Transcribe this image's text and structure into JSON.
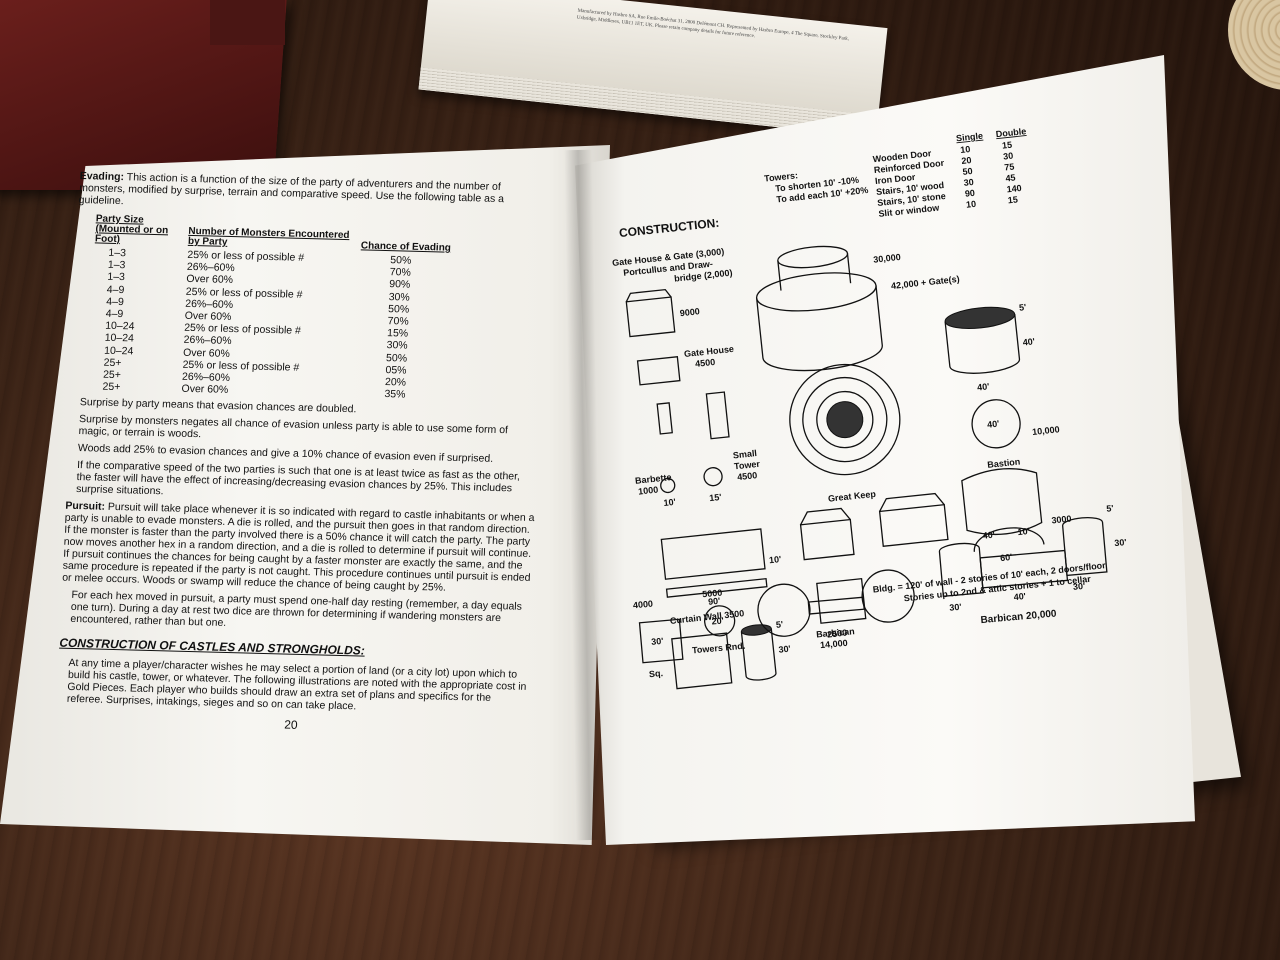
{
  "stack_imprint": "Manufactured by Hasbro SA, Rue Emile-Boéchat 31, 2800 Delémont CH. Represented by Hasbro Europe, 4 The Square, Stockley Park, Uxbridge, Middlesex, UB11 1ET, UK. Please retain company details for future reference.",
  "left_page": {
    "evading": {
      "lead": "Evading:",
      "text": "This action is a function of the size of the party of adventurers and the number of monsters, modified by surprise, terrain and comparative speed. Use the following table as a guideline."
    },
    "table": {
      "headers": [
        "Party Size (Mounted or on Foot)",
        "Number of Monsters Encountered by Party",
        "Chance of Evading"
      ],
      "rows": [
        [
          "1–3",
          "25% or less of possible #",
          "50%"
        ],
        [
          "1–3",
          "26%–60%",
          "70%"
        ],
        [
          "1–3",
          "Over 60%",
          "90%"
        ],
        [
          "4–9",
          "25% or less of possible #",
          "30%"
        ],
        [
          "4–9",
          "26%–60%",
          "50%"
        ],
        [
          "4–9",
          "Over 60%",
          "70%"
        ],
        [
          "10–24",
          "25% or less of possible #",
          "15%"
        ],
        [
          "10–24",
          "26%–60%",
          "30%"
        ],
        [
          "10–24",
          "Over 60%",
          "50%"
        ],
        [
          "25+",
          "25% or less of possible #",
          "05%"
        ],
        [
          "25+",
          "26%–60%",
          "20%"
        ],
        [
          "25+",
          "Over 60%",
          "35%"
        ]
      ]
    },
    "notes": [
      "Surprise by party means that evasion chances are doubled.",
      "Surprise by monsters negates all chance of evasion unless party is able to use some form of magic, or terrain is woods.",
      "Woods add 25% to evasion chances and give a 10% chance of evasion even if surprised.",
      "If the comparative speed of the two parties is such that one is at least twice as fast as the other, the faster will have the effect of increasing/decreasing evasion chances by 25%. This includes surprise situations."
    ],
    "pursuit": {
      "lead": "Pursuit:",
      "text": "Pursuit will take place whenever it is so indicated with regard to castle inhabitants or when a party is unable to evade monsters. A die is rolled, and the pursuit then goes in that random direction. If the monster is faster than the party involved there is a 50% chance it will catch the party. The party now moves another hex in a random direction, and a die is rolled to determine if pursuit will continue. If pursuit continues the chances for being caught by a faster monster are exactly the same, and the same procedure is repeated if the party is not caught. This procedure continues until pursuit is ended or melee occurs. Woods or swamp will reduce the chance of being caught by 25%."
    },
    "rest": "For each hex moved in pursuit, a party must spend one-half day resting (remember, a day equals one turn). During a day at rest two dice are thrown for determining if wandering monsters are encountered, rather than but one.",
    "castles_heading": "CONSTRUCTION OF CASTLES AND STRONGHOLDS:",
    "castles_text": "At any time a player/character wishes he may select a portion of land (or a city lot) upon which to build his castle, tower, or whatever. The following illustrations are noted with the appropriate cost in Gold Pieces. Each player who builds should draw an extra set of plans and specifics for the referee. Surprises, intakings, sieges and so on can take place.",
    "page_number": "20"
  },
  "right_page": {
    "title": "CONSTRUCTION:",
    "towers_label": "Towers:",
    "towers_shorten": "To shorten 10' -10%",
    "towers_add": "To add each 10' +20%",
    "doors_header_single": "Single",
    "doors_header_double": "Double",
    "doors": [
      {
        "name": "Wooden Door",
        "single": "10",
        "double": "15"
      },
      {
        "name": "Reinforced Door",
        "single": "20",
        "double": "30"
      },
      {
        "name": "Iron Door",
        "single": "50",
        "double": "75"
      },
      {
        "name": "Stairs, 10' wood",
        "single": "30",
        "double": "45"
      },
      {
        "name": "Stairs, 10' stone",
        "single": "90",
        "double": "140"
      },
      {
        "name": "Slit or window",
        "single": "10",
        "double": "15"
      }
    ],
    "labels": {
      "gatehouse_gate": "Gate House & Gate (3,000)",
      "portcullis": "Portcullus and Draw-",
      "bridge": "bridge (2,000)",
      "v9000": "9000",
      "gatehouse": "Gate House",
      "v4500a": "4500",
      "v30000": "30,000",
      "v42000": "42,000 + Gate(s)",
      "d5a": "5'",
      "d40a": "40'",
      "d40b": "40'",
      "d40c": "40'",
      "v10000": "10,000",
      "barbette": "Barbette",
      "v1000": "1000",
      "d10a": "10'",
      "d15": "15'",
      "small": "Small",
      "tower": "Tower",
      "v4500b": "4500",
      "bastion": "Bastion",
      "great_keep": "Great Keep",
      "d10b": "10'",
      "d40d": "40'",
      "d10c": "10'",
      "v3000": "3000",
      "d60": "60'",
      "d90": "90'",
      "curtain_wall": "Curtain Wall 3500",
      "d5b": "5'",
      "d30a": "30'",
      "v2500": "2500",
      "bldg1": "Bldg. = 120' of wall - 2 stories of 10' each, 2 doors/floor",
      "bldg2": "Stories up to 2nd & attic stories + 1 to cellar",
      "d5c": "5'",
      "d30b": "30'",
      "v4000": "4000",
      "v5000": "5000",
      "d20": "20'",
      "d30c": "30'",
      "towers_rnd": "Towers  Rnd.",
      "sq": "Sq.",
      "barbican_a": "Barbican",
      "v14000": "14,000",
      "d30d": "30'",
      "d40e": "40'",
      "d30e": "30'",
      "barbican_b": "Barbican 20,000"
    }
  }
}
